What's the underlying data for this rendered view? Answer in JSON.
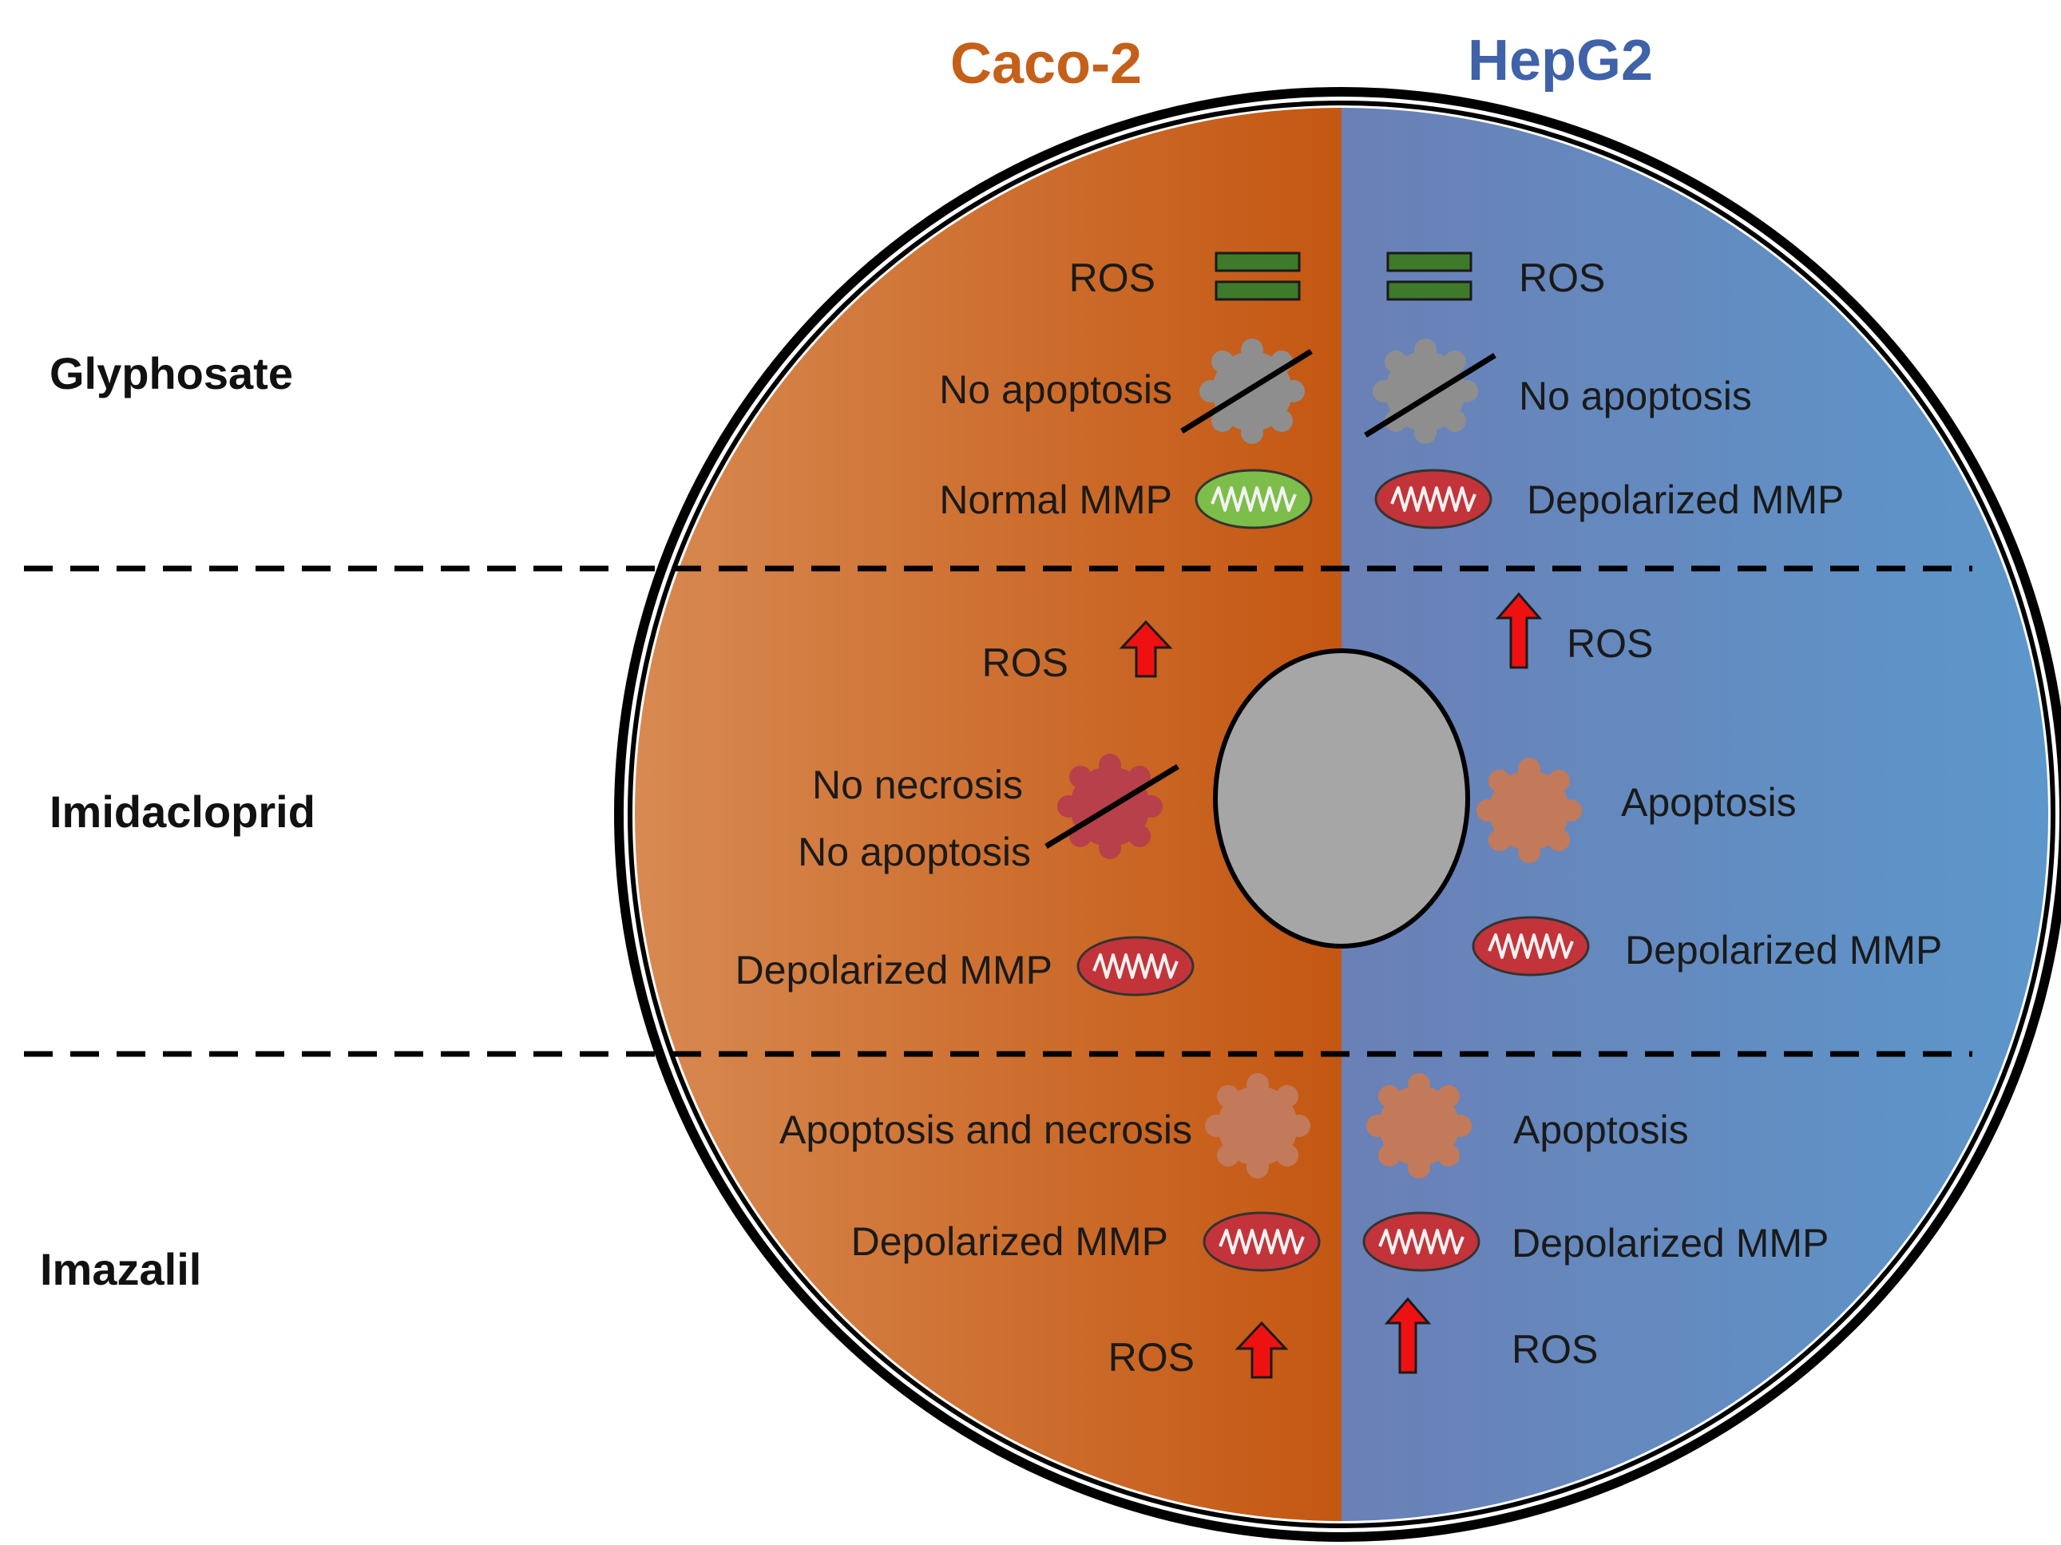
{
  "columns": {
    "left": {
      "title": "Caco-2",
      "color": "#C5601A"
    },
    "right": {
      "title": "HepG2",
      "color": "#3F62A8"
    }
  },
  "rows": {
    "glyphosate": {
      "label": "Glyphosate",
      "left": {
        "ros": "ROS",
        "apoptosis": "No apoptosis",
        "mmp": "Normal MMP"
      },
      "right": {
        "ros": "ROS",
        "apoptosis": "No apoptosis",
        "mmp": "Depolarized MMP"
      }
    },
    "imidacloprid": {
      "label": "Imidacloprid",
      "left": {
        "ros": "ROS",
        "necrosis": "No necrosis",
        "apoptosis": "No apoptosis",
        "mmp": "Depolarized MMP"
      },
      "right": {
        "ros": "ROS",
        "apoptosis": "Apoptosis",
        "mmp": "Depolarized MMP"
      }
    },
    "imazalil": {
      "label": "Imazalil",
      "left": {
        "cell_death": "Apoptosis and necrosis",
        "mmp": "Depolarized MMP",
        "ros": "ROS"
      },
      "right": {
        "apoptosis": "Apoptosis",
        "mmp": "Depolarized MMP",
        "ros": "ROS"
      }
    }
  },
  "icon_colors": {
    "equal": "#3E7A2A",
    "up_arrow": "#EE1111",
    "mito_normal": "#7DBD4A",
    "mito_depolarized": "#C2343A",
    "cell_gray": "#8E8E8E",
    "cell_apoptotic": "#C27A5A",
    "cell_necrotic": "#B7404A",
    "nucleus": "#A6A6A6"
  }
}
